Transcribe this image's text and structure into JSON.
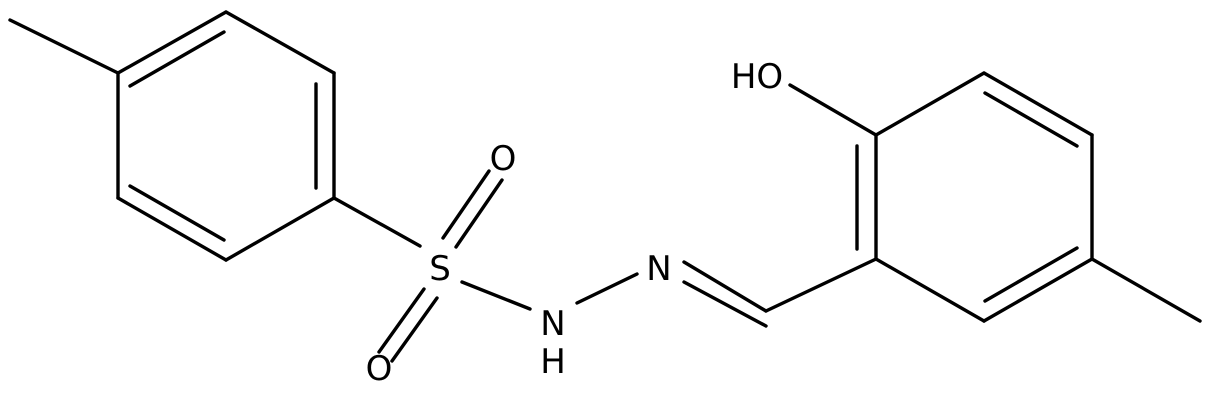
{
  "molecule": {
    "atom_labels": {
      "oxygen_top": "O",
      "sulfur": "S",
      "oxygen_bottom": "O",
      "nh_n": "N",
      "nh_h": "H",
      "imine_n": "N",
      "hydroxyl": "HO"
    },
    "colors": {
      "bond": "#000000",
      "label": "#000000",
      "background": "#ffffff"
    }
  }
}
